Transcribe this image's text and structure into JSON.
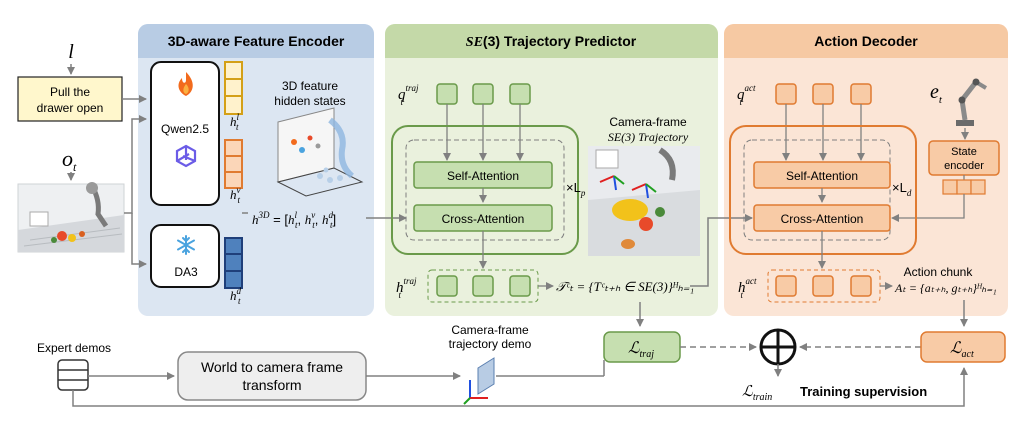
{
  "colors": {
    "encoder_bg": "#dce6f2",
    "encoder_header": "#b8cce4",
    "predictor_bg": "#eaf1dd",
    "predictor_header": "#c4d9a8",
    "decoder_bg": "#fbe5d6",
    "decoder_header": "#f6c9a3",
    "green_box": "#c6dfb0",
    "green_border": "#6a9a4a",
    "orange_box": "#f8cba6",
    "orange_border": "#e07b31",
    "blue_token": "#4f81bd",
    "yellow_token": "#fff2cc",
    "yellow_border": "#d4a017",
    "orange_token": "#fbd6b8"
  },
  "sections": {
    "encoder_title": "3D-aware Feature Encoder",
    "predictor_title_prefix": "SE",
    "predictor_title_arg": "(3)",
    "predictor_title_rest": " Trajectory Predictor",
    "decoder_title": "Action Decoder"
  },
  "inputs": {
    "language_symbol": "l",
    "instruction_line1": "Pull the",
    "instruction_line2": "drawer open",
    "observation_symbol": "o",
    "observation_sub": "t",
    "state_symbol": "e",
    "state_sub": "t"
  },
  "encoder": {
    "vlm_label": "Qwen2.5",
    "depth_label": "DA3",
    "h_l": "h",
    "h_l_sub": "t",
    "h_l_sup": "l",
    "h_v": "h",
    "h_v_sub": "t",
    "h_v_sup": "v",
    "h_d": "h",
    "h_d_sub": "t",
    "h_d_sup": "d",
    "hidden_line1": "3D feature",
    "hidden_line2": "hidden states",
    "h3d_formula_lhs": "h",
    "h3d_sup": "3D",
    "h3d_formula_rhs": "= [h",
    "h3d_rhs_tail": "]"
  },
  "predictor": {
    "query": "q",
    "query_sup": "traj",
    "query_sub": "t",
    "self_attention": "Self-Attention",
    "cross_attention": "Cross-Attention",
    "layers": "×L",
    "layers_sub": "p",
    "out": "h",
    "out_sup": "traj",
    "out_sub": "t",
    "camera_line1": "Camera-frame",
    "camera_line2": "SE(3) Trajectory",
    "traj_formula": "𝒯ᶜₜ = {Tᶜₜ₊ₕ ∈ SE(3)}ᴴₕ₌₁"
  },
  "decoder": {
    "query": "q",
    "query_sup": "act",
    "query_sub": "t",
    "state_encoder_line1": "State",
    "state_encoder_line2": "encoder",
    "self_attention": "Self-Attention",
    "cross_attention": "Cross-Attention",
    "layers": "×L",
    "layers_sub": "d",
    "out": "h",
    "out_sup": "act",
    "out_sub": "t",
    "chunk_label": "Action chunk",
    "chunk_formula": "Aₜ = {aₜ₊ₕ, gₜ₊ₕ}ᴴₕ₌₁"
  },
  "supervision": {
    "expert_demos": "Expert demos",
    "transform_line1": "World to camera frame",
    "transform_line2": "transform",
    "demo_line1": "Camera-frame",
    "demo_line2": "trajectory demo",
    "loss_traj": "ℒ",
    "loss_traj_sub": "traj",
    "loss_act": "ℒ",
    "loss_act_sub": "act",
    "loss_train": "ℒ",
    "loss_train_sub": "train",
    "training_supervision": "Training supervision"
  }
}
